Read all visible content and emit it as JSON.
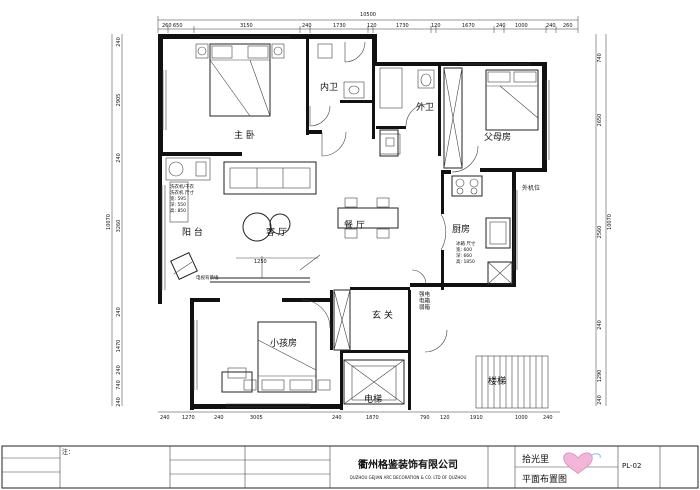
{
  "dimensions": {
    "top_total": "10500",
    "top_segments": [
      "260",
      "650",
      "3150",
      "240",
      "1730",
      "120",
      "1730",
      "120",
      "1670",
      "240",
      "1000",
      "240",
      "260"
    ],
    "bottom_segments": [
      "240",
      "1270",
      "240",
      "3005",
      "240",
      "1870",
      "790",
      "120",
      "1910",
      "1000",
      "240"
    ],
    "left_total": "10070",
    "left_segments": [
      "240",
      "2905",
      "240",
      "3260",
      "240",
      "1470",
      "240",
      "740",
      "240"
    ],
    "right_total": "10070",
    "right_segments": [
      "740",
      "2650",
      "2560",
      "240",
      "1290",
      "240"
    ],
    "inner_width": "1250"
  },
  "rooms": {
    "master": "主 卧",
    "inner_bath": "内卫",
    "outer_bath": "外卫",
    "parents": "父母房",
    "balcony": "阳 台",
    "living": "客 厅",
    "dining": "餐 厅",
    "kitchen": "厨房",
    "kids": "小孩房",
    "entry": "玄 关",
    "stairs": "楼梯",
    "elevator": "电梯",
    "outside_platform": "外机位",
    "meter_box": "强电\n电箱\n弱箱"
  },
  "notes": {
    "balcony_appliance": [
      "洗衣机/干衣",
      "洗衣机 尺寸",
      "宽: 595",
      "深: 550",
      "高: 850"
    ],
    "kitchen_fridge": [
      "冰箱 尺寸",
      "宽: 600",
      "深: 660",
      "高: 1850"
    ],
    "tv_label": "电视背景墙"
  },
  "title_block": {
    "company_cn": "衢州格鉴装饰有限公司",
    "company_en": "QUZHOU GEJIAN ARC DECORATION & CO. LTD OF QUZHOU",
    "project_name": "拾光里",
    "drawing_title": "平面布置图",
    "drawing_no": "PL-02",
    "notes_label": "注："
  }
}
